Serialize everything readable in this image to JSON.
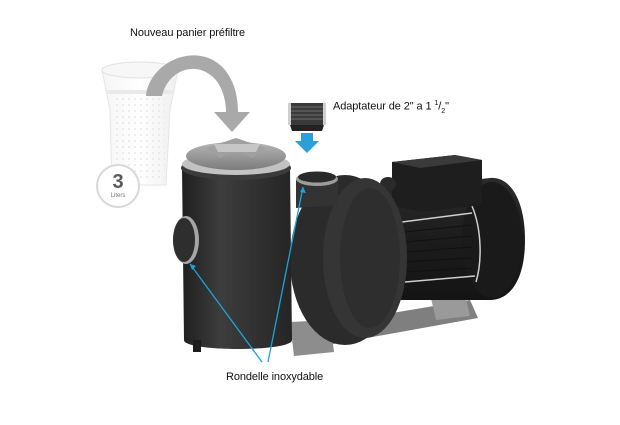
{
  "labels": {
    "basket": "Nouveau panier préfiltre",
    "adapter_prefix": "Adaptateur de 2\" a 1 ",
    "adapter_num": "1",
    "adapter_slash": "/",
    "adapter_den": "2",
    "adapter_suffix": "\"",
    "washer": "Rondelle inoxydable"
  },
  "badge": {
    "value": "3",
    "unit": "Liters"
  },
  "colors": {
    "callout": "#1ea3d8",
    "arrow_grey": "#a8a8a8",
    "pump_body": "#2f2f2f",
    "base_grey": "#8a8a8a",
    "background": "#ffffff"
  }
}
